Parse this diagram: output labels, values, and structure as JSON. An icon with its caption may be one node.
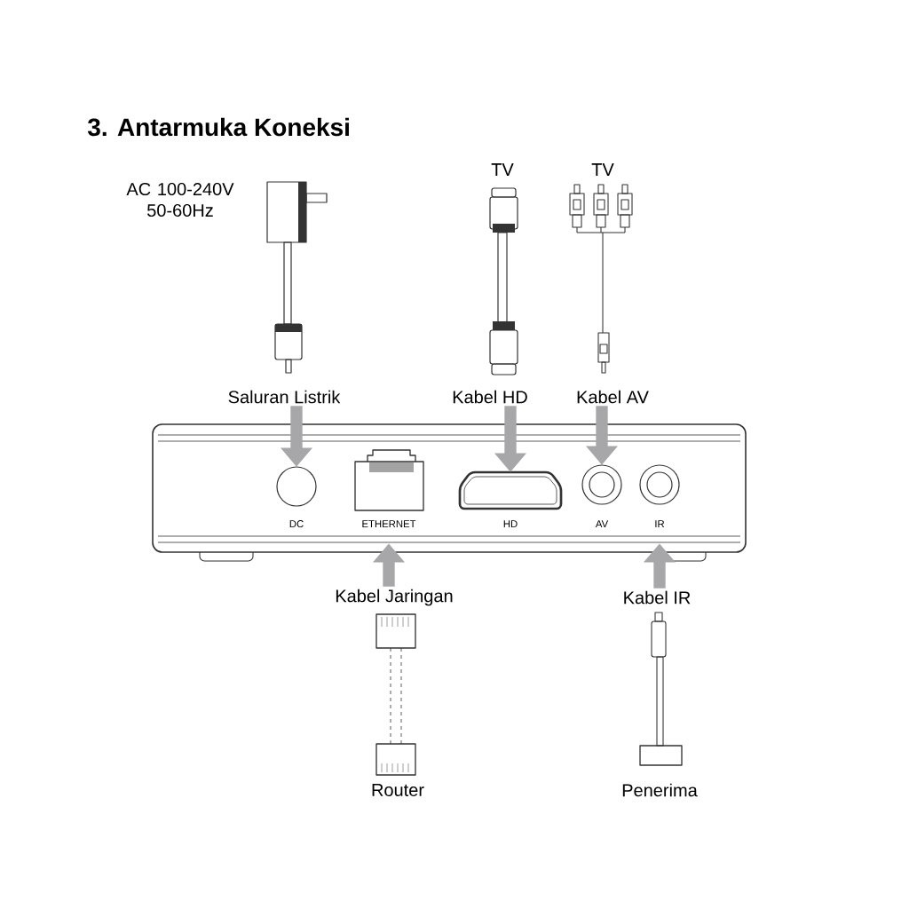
{
  "diagram": {
    "title": "3. Antarmuka Koneksi",
    "nodes": [
      {
        "text": [
          "Saluran Listrik"
        ]
      },
      {
        "text": [
          "Kabel HD"
        ]
      },
      {
        "text": [
          "Kabel AV"
        ]
      },
      {
        "text": [],
        "shape": "box"
      },
      {
        "text": [
          "DC"
        ],
        "in": 3
      },
      {
        "text": [
          "ETHERNET"
        ],
        "in": 3
      },
      {
        "text": [
          "HD"
        ],
        "in": 3
      },
      {
        "text": [
          "AV"
        ],
        "in": 3
      },
      {
        "text": [
          "IR"
        ],
        "in": 3
      },
      {
        "text": [
          "Kabel Jaringan"
        ]
      },
      {
        "text": [
          "Kabel IR"
        ]
      }
    ],
    "edges": [
      {
        "from": 0,
        "to": 4,
        "arrow": "to"
      },
      {
        "from": 1,
        "to": 6,
        "arrow": "to"
      },
      {
        "from": 2,
        "to": 7,
        "arrow": "to"
      },
      {
        "from": 9,
        "to": 5,
        "arrow": "to"
      },
      {
        "from": 10,
        "to": 8,
        "arrow": "to"
      }
    ],
    "labels": [
      "AC 100-240V 50-60Hz",
      "TV",
      "TV",
      "Router",
      "Penerima"
    ]
  }
}
